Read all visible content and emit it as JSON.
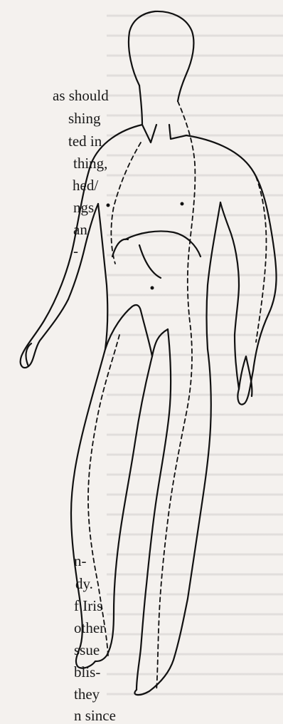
{
  "page": {
    "text_lines": [
      "as should",
      "shing",
      "ted in",
      "thing,",
      "hed/",
      "ngs",
      "an",
      "-",
      "n-",
      "dy.",
      "f Iris",
      "other",
      "ssue",
      "blis-",
      "they",
      "n since"
    ]
  },
  "figure": {
    "subject": "line drawing of a standing human figure with dashed outlines"
  }
}
